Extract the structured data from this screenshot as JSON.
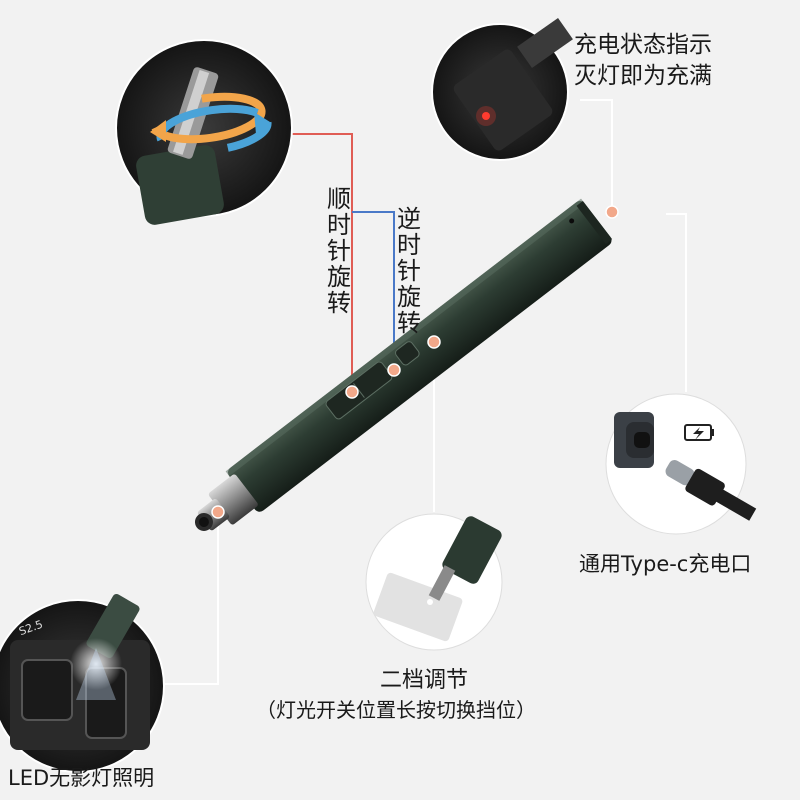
{
  "callouts": {
    "charging_indicator": "充电状态指示\n灭灯即为充满",
    "clockwise": "顺时针旋转",
    "counterclockwise": "逆时针旋转",
    "type_c": "通用Type-c充电口",
    "two_levels_line1": "二档调节",
    "two_levels_line2": "（灯光开关位置长按切换挡位）",
    "led": "LED无影灯照明"
  },
  "device_print": "S2.5",
  "colors": {
    "background": "#f2f2f2",
    "pen_body": "#2b3a31",
    "clockwise_line": "#e05d55",
    "counterclockwise_line": "#4a79c8",
    "leader_line": "#ffffff",
    "marker_dot": "#f2a88a"
  },
  "icons": [
    "rotation-arrows-icon",
    "battery-charging-icon",
    "led-light-icon",
    "usb-c-plug-icon"
  ]
}
